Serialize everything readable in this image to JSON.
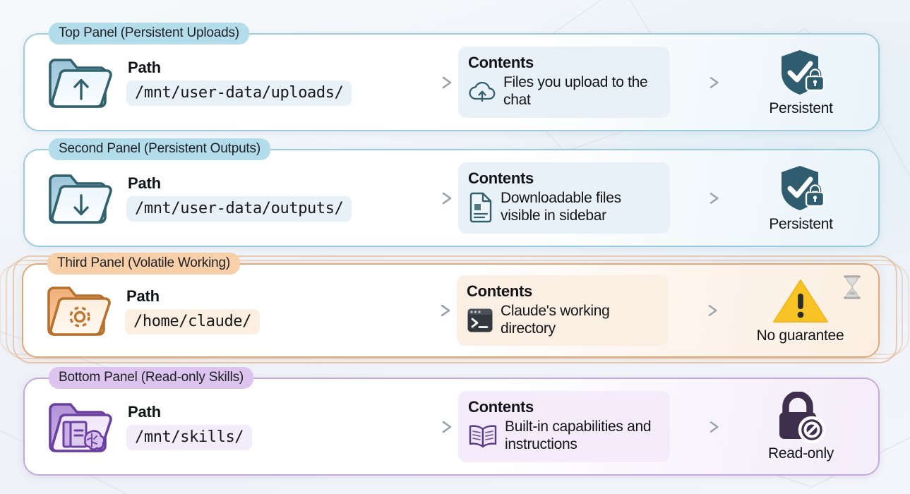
{
  "diagram": {
    "title": "Claude filesystem panels",
    "colors": {
      "blue_border": "#9fcbdc",
      "blue_tab": "#b3ddea",
      "orange_border": "#e0a878",
      "orange_tab": "#f7cfa8",
      "purple_border": "#c3a8dd",
      "purple_tab": "#dcc4ef",
      "shield": "#2f5c6e",
      "warning": "#f7c325",
      "lock": "#3f2f4f",
      "arrow": "#9aa3ac"
    }
  },
  "panels": [
    {
      "tab": "Top Panel (Persistent Uploads)",
      "theme": "blue",
      "path_label": "Path",
      "path_value": "/mnt/user-data/uploads/",
      "folder_icon": "folder-upload-icon",
      "contents_label": "Contents",
      "contents_icon": "cloud-upload-icon",
      "contents_text": "Files you upload to the chat",
      "status_icon": "shield-lock-icon",
      "status_label": "Persistent"
    },
    {
      "tab": "Second Panel (Persistent Outputs)",
      "theme": "blue",
      "path_label": "Path",
      "path_value": "/mnt/user-data/outputs/",
      "folder_icon": "folder-download-icon",
      "contents_label": "Contents",
      "contents_icon": "document-icon",
      "contents_text": "Downloadable files visible in sidebar",
      "status_icon": "shield-lock-icon",
      "status_label": "Persistent"
    },
    {
      "tab": "Third Panel (Volatile Working)",
      "theme": "orange",
      "path_label": "Path",
      "path_value": "/home/claude/",
      "folder_icon": "folder-gear-icon",
      "contents_label": "Contents",
      "contents_icon": "terminal-icon",
      "contents_text": "Claude's working directory",
      "status_icon": "warning-triangle-icon",
      "status_label": "No guarantee",
      "corner_icon": "hourglass-icon"
    },
    {
      "tab": "Bottom Panel (Read-only Skills)",
      "theme": "purple",
      "path_label": "Path",
      "path_value": "/mnt/skills/",
      "folder_icon": "folder-skills-icon",
      "contents_label": "Contents",
      "contents_icon": "open-book-icon",
      "contents_text": "Built-in capabilities and instructions",
      "status_icon": "lock-blocked-icon",
      "status_label": "Read-only"
    }
  ]
}
